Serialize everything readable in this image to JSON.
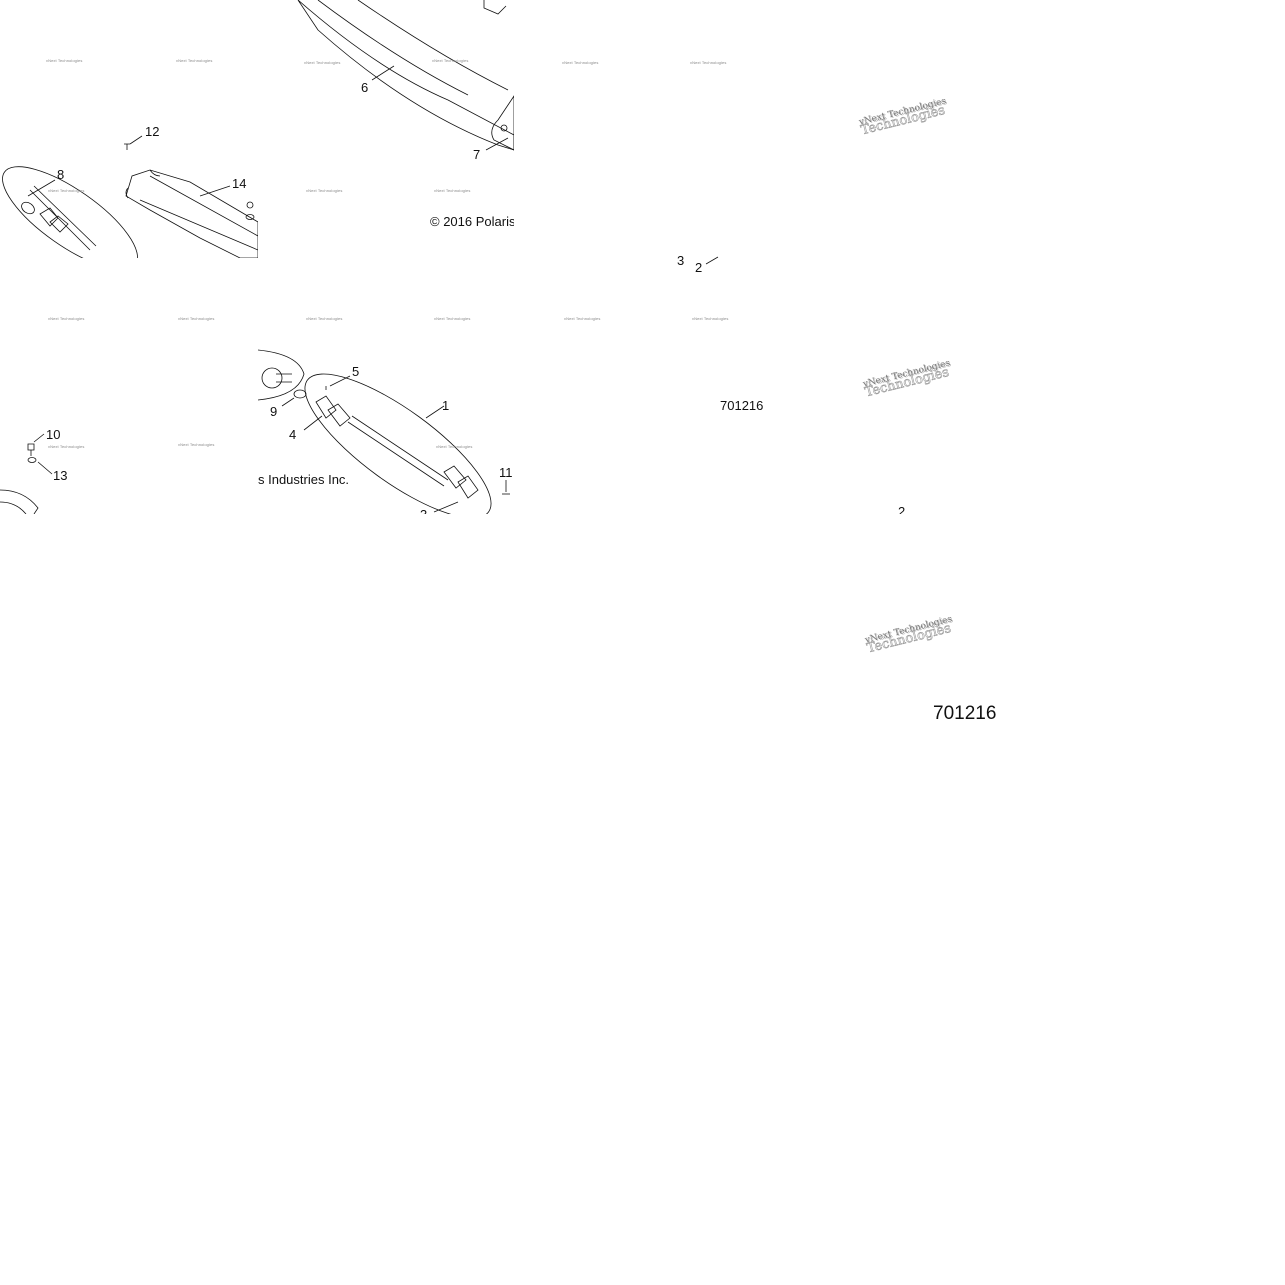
{
  "callouts": [
    "1",
    "2",
    "3",
    "4",
    "5",
    "6",
    "7",
    "8",
    "9",
    "10",
    "11",
    "12",
    "13",
    "14"
  ],
  "notes": {
    "copyright_prefix": "© 2016 Polaris",
    "copyright_suffix": "s Industries Inc.",
    "part_id": "701216"
  },
  "watermark": {
    "small": "vNext Technologies",
    "big_line1": "vNext Technologies",
    "big_line2": "Technologies"
  },
  "colors": {
    "line": "#111111",
    "watermark": "#888888",
    "background": "#ffffff"
  }
}
